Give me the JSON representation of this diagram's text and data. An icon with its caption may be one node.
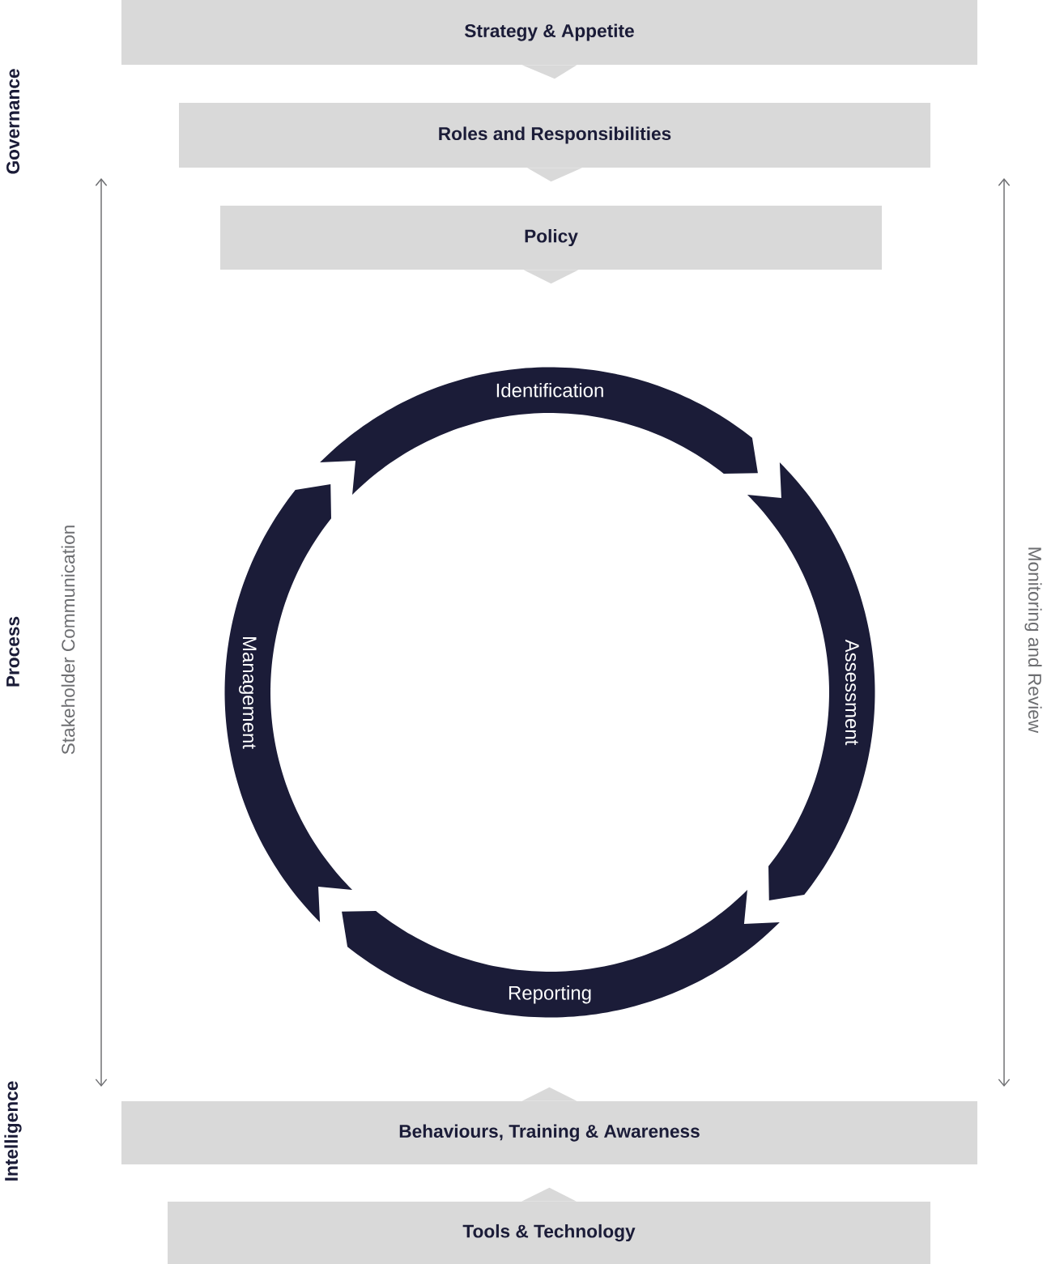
{
  "diagram": {
    "nodes": [
      {
        "text": [
          "Strategy & Appetite"
        ]
      },
      {
        "text": [
          "Roles and Responsibilities"
        ]
      },
      {
        "text": [
          "Policy"
        ]
      },
      {
        "text": [
          "Identification"
        ]
      },
      {
        "text": [
          "Assessment"
        ]
      },
      {
        "text": [
          "Reporting"
        ]
      },
      {
        "text": [
          "Management"
        ]
      },
      {
        "text": [
          "Behaviours, Training & Awareness"
        ]
      },
      {
        "text": [
          "Tools & Technology"
        ]
      }
    ],
    "edges": [
      {
        "from": 0,
        "to": 1,
        "arrow": "to"
      },
      {
        "from": 1,
        "to": 2,
        "arrow": "to"
      },
      {
        "from": 2,
        "to": null,
        "arrow": "to"
      },
      {
        "from": 8,
        "to": 7,
        "arrow": "to"
      },
      {
        "from": 7,
        "to": null,
        "arrow": "to"
      }
    ],
    "labels": [
      "Governance",
      "Process",
      "Intelligence",
      "Stakeholder Communication",
      "Monitoring and Review"
    ]
  }
}
